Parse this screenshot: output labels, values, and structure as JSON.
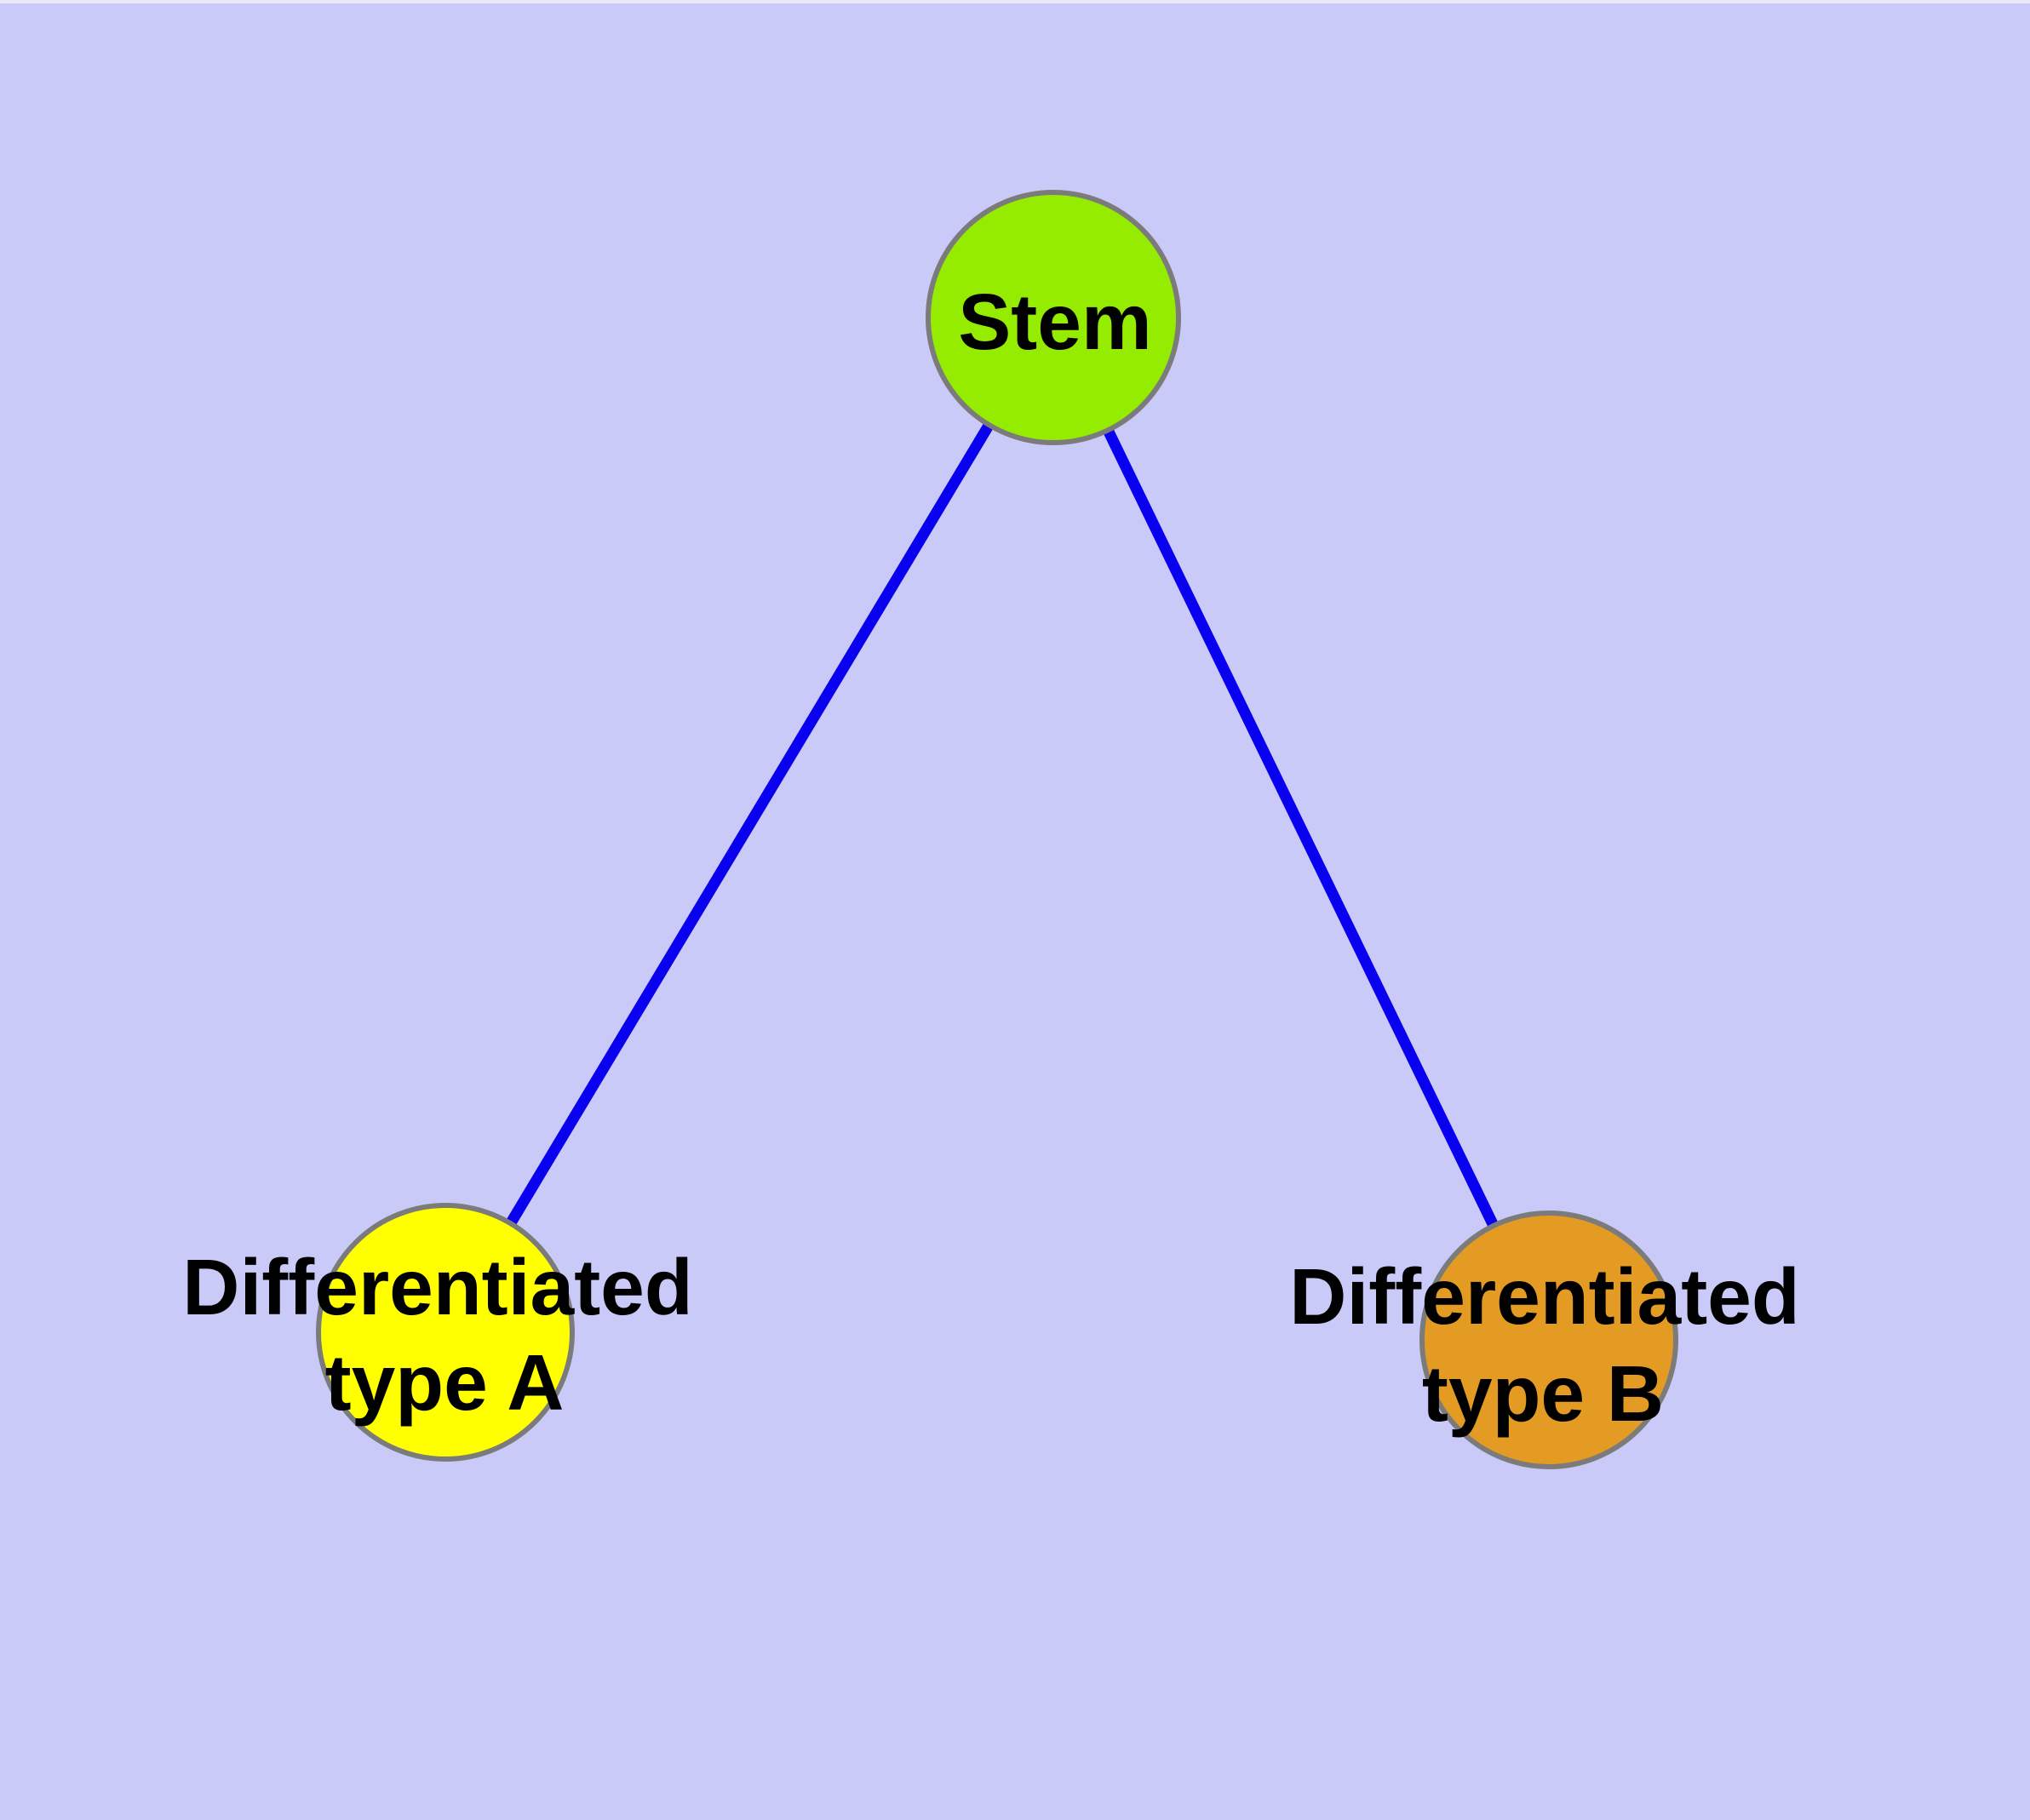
{
  "diagram": {
    "type": "node-link-diagram",
    "background_color": "#CACAF8",
    "label_color": "#000000",
    "node_style": {
      "border_color": "#7B7B7B"
    },
    "nodes": [
      {
        "id": "stem",
        "label": "Stem",
        "color": "#95EC01"
      },
      {
        "id": "differentiated-type-a",
        "label": "Differentiated type A",
        "label_lines": [
          "Differentiated",
          "type A"
        ],
        "color": "#FFFF00"
      },
      {
        "id": "differentiated-type-b",
        "label": "Differentiated type B",
        "label_lines": [
          "Differentiated",
          "type B"
        ],
        "color": "#E39B23"
      }
    ],
    "edges": [
      {
        "from": "stem",
        "to": "differentiated-type-a",
        "color": "#0A00F0"
      },
      {
        "from": "stem",
        "to": "differentiated-type-b",
        "color": "#0A00F0"
      }
    ]
  }
}
